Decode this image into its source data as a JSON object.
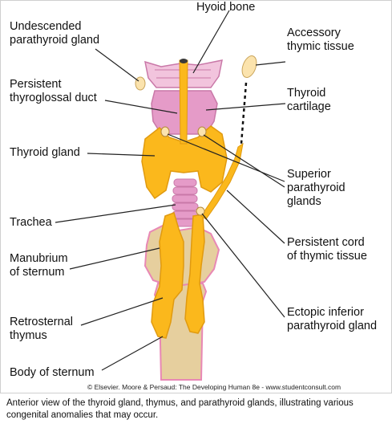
{
  "labels": {
    "hyoid_bone": "Hyoid bone",
    "undescended_parathyroid": "Undescended\nparathyroid gland",
    "accessory_thymic": "Accessory\nthymic tissue",
    "persistent_thyroglossal": "Persistent\nthyroglossal duct",
    "thyroid_cartilage": "Thyroid\ncartilage",
    "thyroid_gland": "Thyroid gland",
    "superior_parathyroid": "Superior\nparathyroid\nglands",
    "trachea": "Trachea",
    "persistent_cord": "Persistent cord\nof thymic tissue",
    "manubrium": "Manubrium\nof sternum",
    "retrosternal_thymus": "Retrosternal\nthymus",
    "ectopic_inferior": "Ectopic inferior\nparathyroid gland",
    "body_of_sternum": "Body of sternum"
  },
  "credit": "© Elsevier. Moore & Persaud: The Developing Human 8e - www.studentconsult.com",
  "caption": "Anterior view of the thyroid gland, thymus, and parathyroid glands, illustrating various congenital anomalies that may occur.",
  "colors": {
    "thyroid": "#fbb81c",
    "thyroid_edge": "#e09a10",
    "cartilage": "#e59bc8",
    "cartilage_light": "#f2c4dd",
    "sternum": "#e6cf9e",
    "sternum_edge": "#e888b5",
    "leader": "#222222"
  }
}
